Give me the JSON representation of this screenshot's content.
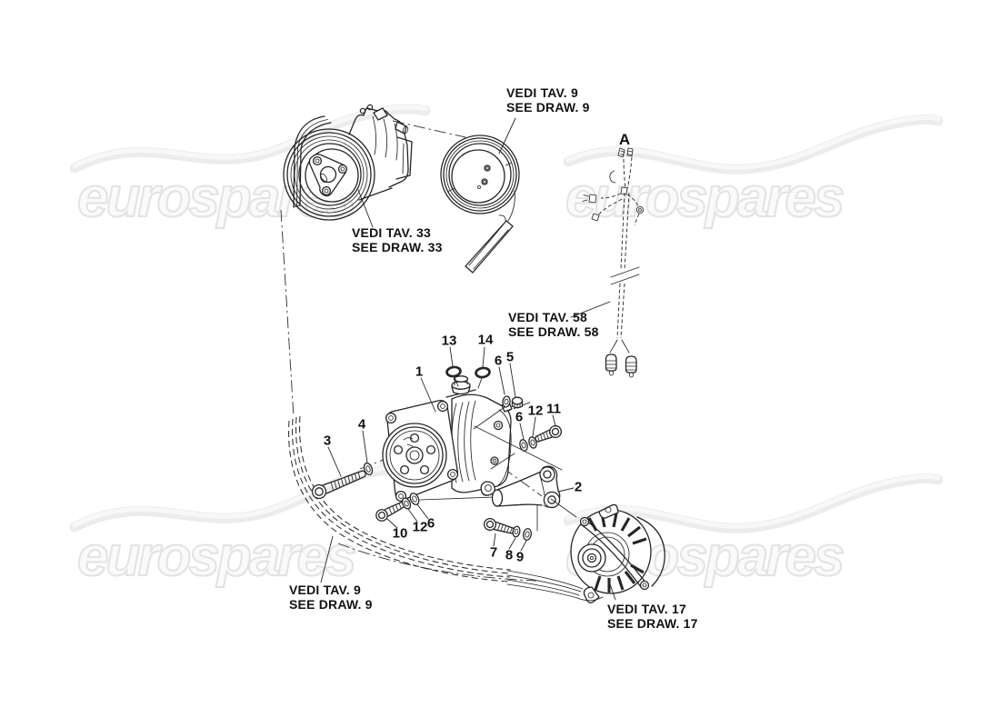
{
  "watermark": {
    "text": "eurospares"
  },
  "harness": {
    "label": "A"
  },
  "callouts": {
    "pulley_top": {
      "l1": "VEDI TAV. 9",
      "l2": "SEE DRAW. 9"
    },
    "compressor33": {
      "l1": "VEDI TAV. 33",
      "l2": "SEE DRAW. 33"
    },
    "harness58": {
      "l1": "VEDI TAV. 58",
      "l2": "SEE DRAW. 58"
    },
    "belt9": {
      "l1": "VEDI TAV. 9",
      "l2": "SEE DRAW. 9"
    },
    "alternator17": {
      "l1": "VEDI TAV. 17",
      "l2": "SEE DRAW. 17"
    }
  },
  "part_labels": [
    {
      "num": "13"
    },
    {
      "num": "14"
    },
    {
      "num": "6"
    },
    {
      "num": "5"
    },
    {
      "num": "1"
    },
    {
      "num": "6"
    },
    {
      "num": "12"
    },
    {
      "num": "11"
    },
    {
      "num": "3"
    },
    {
      "num": "4"
    },
    {
      "num": "2"
    },
    {
      "num": "10"
    },
    {
      "num": "12"
    },
    {
      "num": "6"
    },
    {
      "num": "7"
    },
    {
      "num": "8"
    },
    {
      "num": "9"
    }
  ]
}
